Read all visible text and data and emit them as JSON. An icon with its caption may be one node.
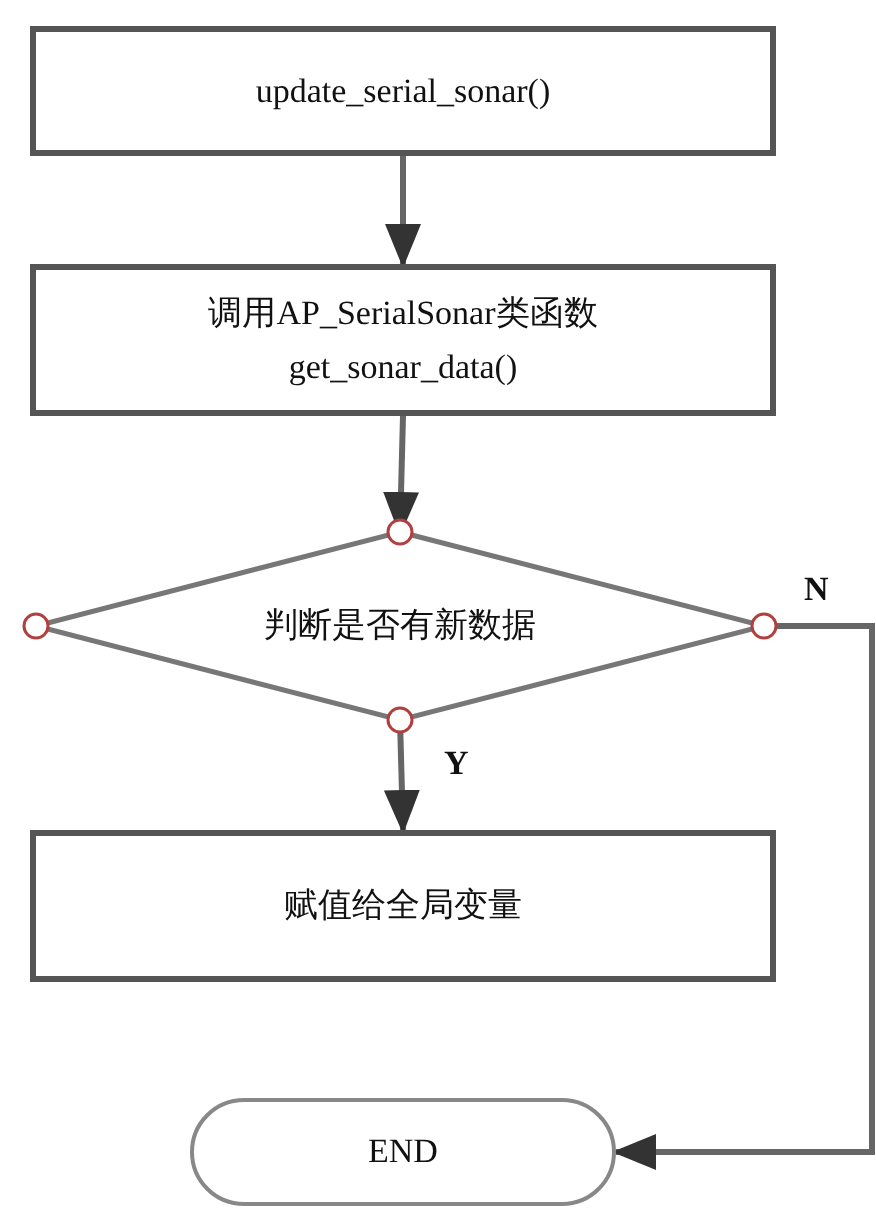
{
  "diagram": {
    "nodes": [
      {
        "text": [
          "update_serial_sonar()"
        ]
      },
      {
        "text": [
          "调用AP_SerialSonar类函数",
          "get_sonar_data()"
        ]
      },
      {
        "text": [
          "判断是否有新数据"
        ]
      },
      {
        "text": [
          "赋值给全局变量"
        ]
      },
      {
        "text": [
          "END"
        ]
      }
    ],
    "edges": [
      {
        "from": 0,
        "to": 1,
        "arrow": "to"
      },
      {
        "from": 1,
        "to": 2,
        "arrow": "to"
      },
      {
        "from": 2,
        "to": 3,
        "arrow": "to",
        "label": "Y"
      },
      {
        "from": 2,
        "to": 4,
        "arrow": "to",
        "label": "N"
      }
    ]
  }
}
